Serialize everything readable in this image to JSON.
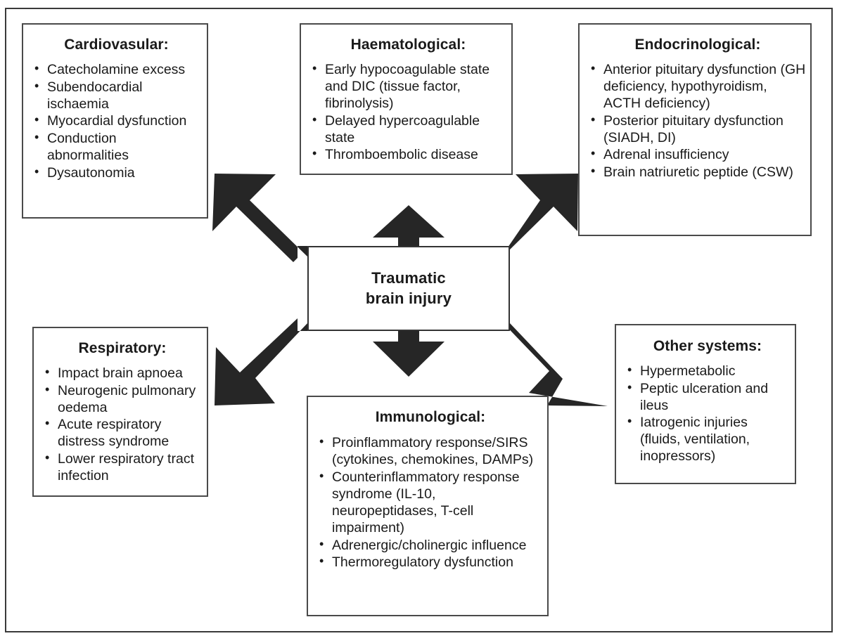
{
  "figure": {
    "center_node": {
      "line1": "Traumatic",
      "line2": "brain injury"
    },
    "boxes": [
      {
        "id": "cardiovascular",
        "title": "Cardiovasular:",
        "items": [
          "Catecholamine excess",
          "Subendocardial ischaemia",
          "Myocardial dysfunction",
          "Conduction abnormalities",
          "Dysautonomia"
        ]
      },
      {
        "id": "haematological",
        "title": "Haematological:",
        "items": [
          "Early hypocoagulable state and DIC (tissue factor, fibrinolysis)",
          "Delayed hypercoagulable state",
          "Thromboembolic disease"
        ]
      },
      {
        "id": "endocrinological",
        "title": "Endocrinological:",
        "items": [
          "Anterior pituitary dysfunction (GH deficiency, hypothyroidism, ACTH deficiency)",
          "Posterior pituitary dysfunction (SIADH, DI)",
          "Adrenal insufficiency",
          "Brain natriuretic peptide (CSW)"
        ]
      },
      {
        "id": "respiratory",
        "title": "Respiratory:",
        "items": [
          "Impact brain apnoea",
          "Neurogenic pulmonary oedema",
          "Acute respiratory distress syndrome",
          "Lower respiratory tract infection"
        ]
      },
      {
        "id": "immunological",
        "title": "Immunological:",
        "items": [
          "Proinflammatory response/SIRS (cytokines, chemokines, DAMPs)",
          "Counterinflammatory response syndrome (IL-10, neuropeptidases, T-cell impairment)",
          "Adrenergic/cholinergic influence",
          "Thermoregulatory dysfunction"
        ]
      },
      {
        "id": "other-systems",
        "title": "Other systems:",
        "items": [
          "Hypermetabolic",
          "Peptic ulceration and ileus",
          "Iatrogenic injuries (fluids, ventilation, inopressors)"
        ]
      }
    ],
    "arrows": [
      {
        "name": "arrow-up-to-haematological",
        "direction": "up"
      },
      {
        "name": "arrow-down-to-immunological",
        "direction": "down"
      },
      {
        "name": "arrow-upleft-to-cardiovascular",
        "direction": "up-left"
      },
      {
        "name": "arrow-upright-to-endocrinological",
        "direction": "up-right"
      },
      {
        "name": "arrow-downleft-to-respiratory",
        "direction": "down-left"
      },
      {
        "name": "arrow-downright-to-other-systems",
        "direction": "down-right"
      }
    ],
    "colors": {
      "background": "#ffffff",
      "text": "#1a1a1a",
      "box_border": "#4a4a4a",
      "frame_border": "#3a3a3a",
      "arrow_fill": "#262626"
    }
  }
}
